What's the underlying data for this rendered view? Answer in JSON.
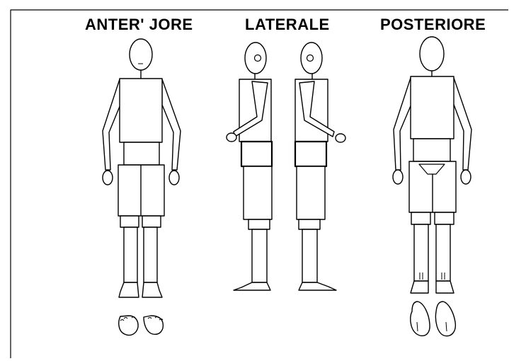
{
  "views": {
    "anterior": "ANTER' JORE",
    "lateral": "LATERALE",
    "posterior": "POSTERIORE"
  },
  "colors": {
    "stroke": "#000000",
    "background": "#ffffff"
  }
}
